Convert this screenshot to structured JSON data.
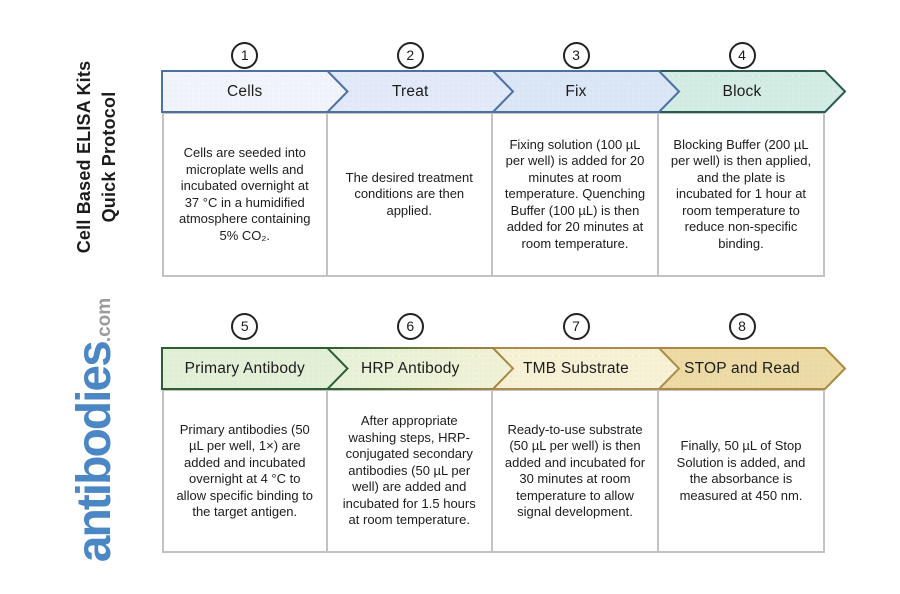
{
  "title": {
    "line1": "Cell Based ELISA Kits",
    "line2": "Quick Protocol"
  },
  "logo": {
    "name": "antibodies",
    "suffix": ".com",
    "name_color": "#4c87c5",
    "suffix_color": "#9b9b9b"
  },
  "colors": {
    "box_border": "#c2c2c2",
    "text": "#1c1c1c",
    "circle_border": "#222222",
    "background": "#ffffff"
  },
  "steps": [
    {
      "number": "1",
      "label": "Cells",
      "description": "Cells are seeded into microplate wells and incubated overnight at 37 °C in a humidified atmosphere containing 5% CO₂.",
      "fill": "#f1f5fb",
      "border": "#4c71a2"
    },
    {
      "number": "2",
      "label": "Treat",
      "description": "The desired treatment conditions are then applied.",
      "fill": "#e2e9f8",
      "border": "#4c71a2"
    },
    {
      "number": "3",
      "label": "Fix",
      "description": "Fixing solution (100 µL per well) is added for 20 minutes at room temperature. Quenching Buffer (100 µL) is then added for 20 minutes at room temperature.",
      "fill": "#dbe6f7",
      "border": "#4c71a2"
    },
    {
      "number": "4",
      "label": "Block",
      "description": "Blocking Buffer (200 µL per well) is then applied, and the plate is incubated for 1 hour at room temperature to reduce non-specific binding.",
      "fill": "#d3ece4",
      "border": "#2b5a50"
    },
    {
      "number": "5",
      "label": "Primary Antibody",
      "description": "Primary antibodies (50 µL per well, 1×) are added and incubated overnight at 4 °C to allow specific binding to the target antigen.",
      "fill": "#e2f0d8",
      "border": "#2f5e33"
    },
    {
      "number": "6",
      "label": "HRP Antibody",
      "description": "After appropriate washing steps, HRP-conjugated secondary antibodies (50 µL per well) are added and incubated for 1.5 hours at room temperature.",
      "fill": "#e6f2d8",
      "fill2": "#f1f2d5",
      "border": "#2f5e33",
      "border2": "#ab8a45"
    },
    {
      "number": "7",
      "label": "TMB Substrate",
      "description": "Ready-to-use substrate (50 µL per well) is then added and incubated for 30 minutes at room temperature to allow signal development.",
      "fill": "#f7f2d5",
      "border": "#ad8c4a"
    },
    {
      "number": "8",
      "label": "STOP and Read",
      "description": "Finally, 50 µL of Stop Solution is added, and the absorbance is measured at 450 nm.",
      "fill": "#ecdba5",
      "border": "#aa8a43"
    }
  ]
}
